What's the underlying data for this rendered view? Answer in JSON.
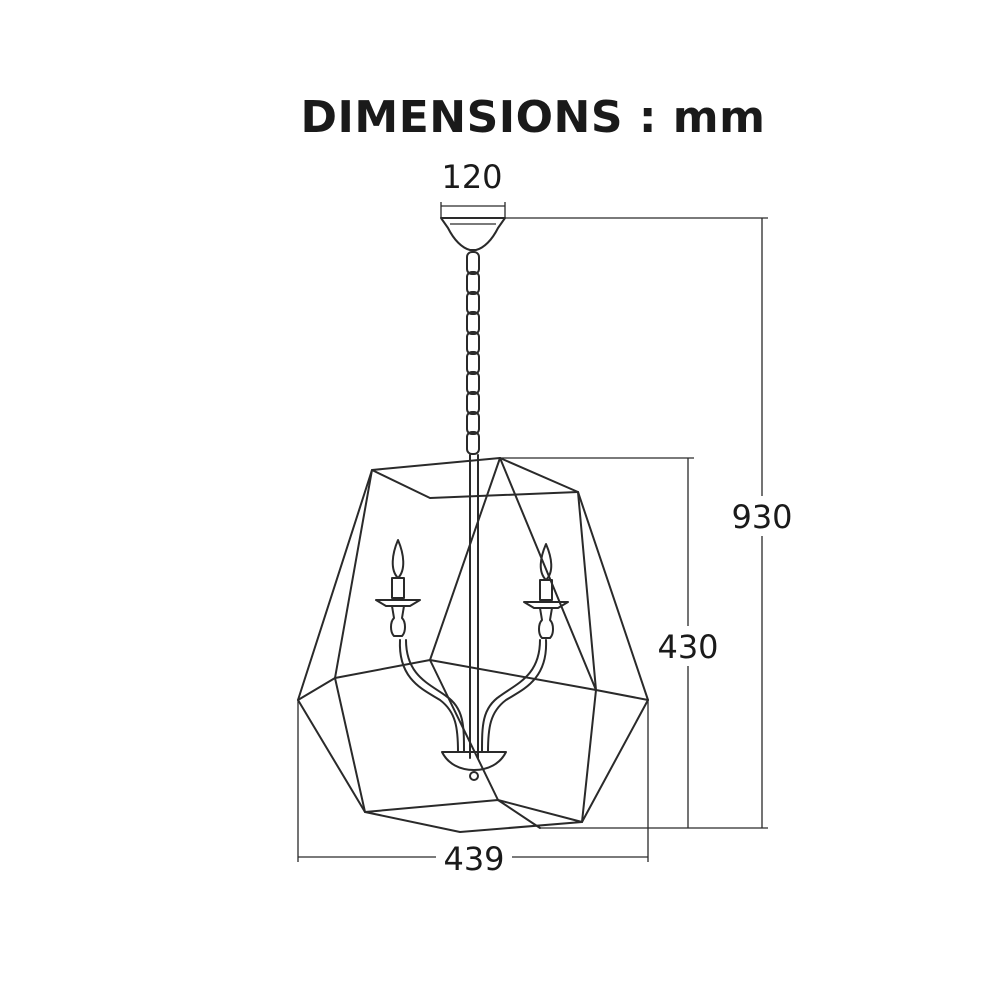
{
  "title": "DIMENSIONS : mm",
  "dimensions": {
    "canopy_width": "120",
    "total_height": "930",
    "body_height": "430",
    "body_width": "439"
  }
}
